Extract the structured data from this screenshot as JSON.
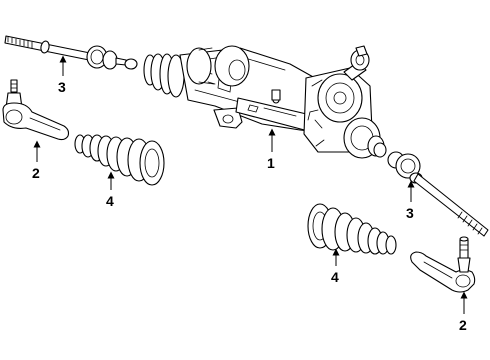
{
  "callouts": {
    "rack_gear": "1",
    "outer_tie_rod_left": "2",
    "outer_tie_rod_right": "2",
    "inner_tie_rod_left": "3",
    "inner_tie_rod_right": "3",
    "boot_left": "4",
    "boot_right": "4"
  }
}
